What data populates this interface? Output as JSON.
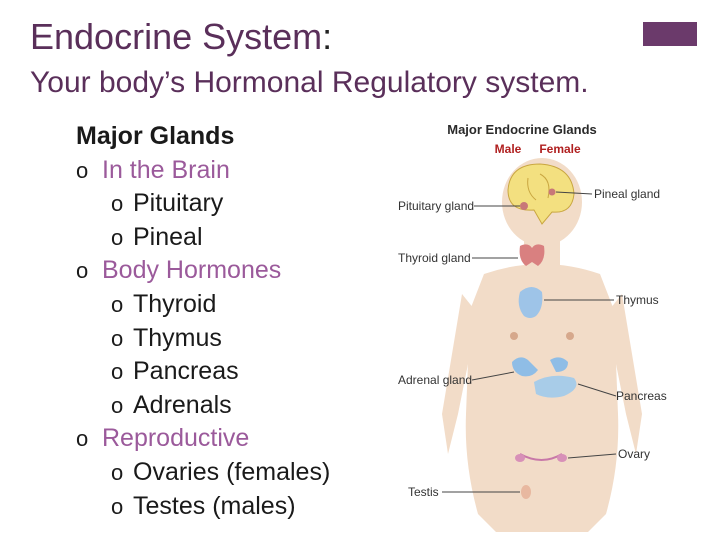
{
  "title": {
    "main": "Endocrine System",
    "colon": ":"
  },
  "subtitle": "Your body’s Hormonal Regulatory system.",
  "outline": {
    "heading": "Major Glands",
    "sections": [
      {
        "bullet": "o",
        "label": "In the Brain",
        "items": [
          "Pituitary",
          "Pineal"
        ]
      },
      {
        "bullet": "o",
        "label": "Body Hormones",
        "items": [
          "Thyroid",
          "Thymus",
          "Pancreas",
          "Adrenals"
        ]
      },
      {
        "bullet": "o",
        "label": "Reproductive",
        "items": [
          "Ovaries (females)",
          "Testes (males)"
        ]
      }
    ],
    "sub_bullet": "o"
  },
  "figure": {
    "title": "Major Endocrine Glands",
    "male": "Male",
    "female": "Female",
    "labels": {
      "pituitary": "Pituitary gland",
      "pineal": "Pineal gland",
      "thyroid": "Thyroid gland",
      "thymus": "Thymus",
      "adrenal": "Adrenal gland",
      "pancreas": "Pancreas",
      "ovary": "Ovary",
      "testis": "Testis"
    }
  },
  "colors": {
    "title": "#5a2f5a",
    "section": "#9b5a9b",
    "accent": "#6b3a6b",
    "skin": "#f2dcc8",
    "brain": "#f3e080",
    "thyroid": "#d98080",
    "thymus": "#9ec4e8",
    "pancreas": "#a8cce8"
  }
}
